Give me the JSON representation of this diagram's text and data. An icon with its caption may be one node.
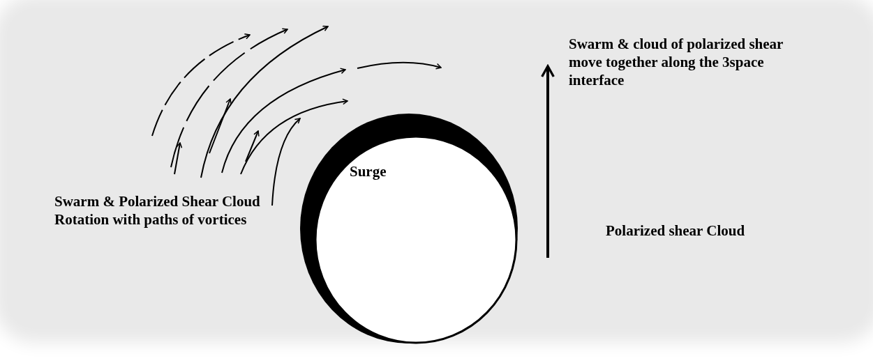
{
  "diagram": {
    "nodes": [
      {
        "text": [
          "Surge"
        ]
      }
    ],
    "edges": [],
    "labels": [
      "Swarm & cloud of polarized shear move together along the 3space interface",
      "Swarm & Polarized Shear Cloud Rotation with paths of vortices",
      "Polarized shear Cloud"
    ]
  }
}
